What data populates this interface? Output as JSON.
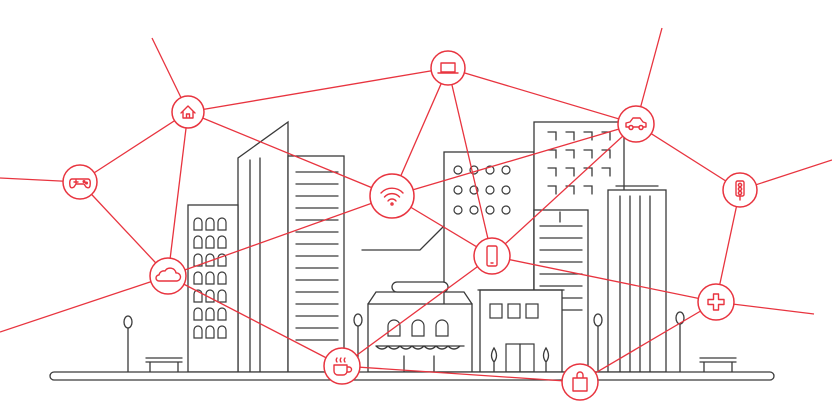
{
  "scene": "smart-city-network",
  "colors": {
    "accent": "#e8343f",
    "line_art": "#3a3a3a",
    "background": "#ffffff"
  },
  "nodes": [
    {
      "id": "home",
      "icon": "home-icon"
    },
    {
      "id": "laptop",
      "icon": "laptop-icon"
    },
    {
      "id": "car",
      "icon": "car-icon"
    },
    {
      "id": "gamepad",
      "icon": "gamepad-icon"
    },
    {
      "id": "wifi",
      "icon": "wifi-icon"
    },
    {
      "id": "traffic",
      "icon": "traffic-light-icon"
    },
    {
      "id": "phone",
      "icon": "smartphone-icon"
    },
    {
      "id": "cloud",
      "icon": "cloud-icon"
    },
    {
      "id": "health",
      "icon": "medical-cross-icon"
    },
    {
      "id": "coffee",
      "icon": "coffee-cup-icon"
    },
    {
      "id": "shopping",
      "icon": "shopping-bag-icon"
    }
  ],
  "links": [
    [
      "home",
      "laptop"
    ],
    [
      "laptop",
      "car"
    ],
    [
      "home",
      "gamepad"
    ],
    [
      "home",
      "wifi"
    ],
    [
      "home",
      "cloud"
    ],
    [
      "gamepad",
      "cloud"
    ],
    [
      "laptop",
      "wifi"
    ],
    [
      "laptop",
      "phone"
    ],
    [
      "car",
      "wifi"
    ],
    [
      "car",
      "traffic"
    ],
    [
      "car",
      "phone"
    ],
    [
      "wifi",
      "cloud"
    ],
    [
      "wifi",
      "phone"
    ],
    [
      "phone",
      "coffee"
    ],
    [
      "phone",
      "health"
    ],
    [
      "cloud",
      "coffee"
    ],
    [
      "traffic",
      "health"
    ],
    [
      "health",
      "shopping"
    ],
    [
      "coffee",
      "shopping"
    ]
  ]
}
